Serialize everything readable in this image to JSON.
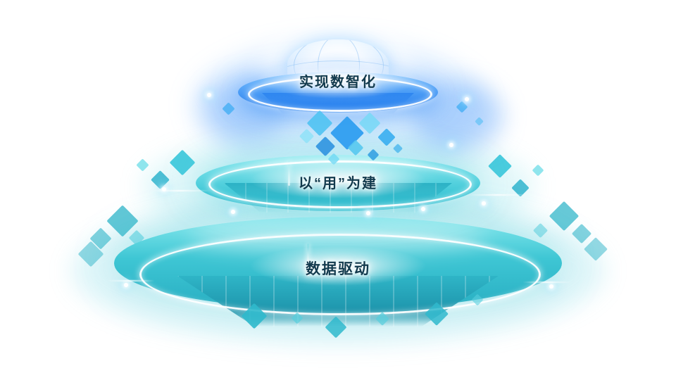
{
  "diagram": {
    "type": "layered-platform-pyramid",
    "background_color": "#ffffff",
    "text_color": "#123a4d",
    "rim_color": "#ffffff",
    "tiers": [
      {
        "position": "top",
        "label": "实现数智化",
        "surface_color": "#2e86f0",
        "highlight_color": "#7cc2ff"
      },
      {
        "position": "middle",
        "label": "以“用”为建",
        "surface_color": "#38c4d4",
        "highlight_color": "#8ceaf0"
      },
      {
        "position": "bottom",
        "label": "数据驱动",
        "surface_color": "#2fb5c7",
        "highlight_color": "#86e9ee"
      }
    ],
    "decorations": {
      "dome_icon": "globe-dome-icon",
      "accent_blue": "#2f9ef0",
      "accent_teal": "#2db4c8"
    }
  }
}
